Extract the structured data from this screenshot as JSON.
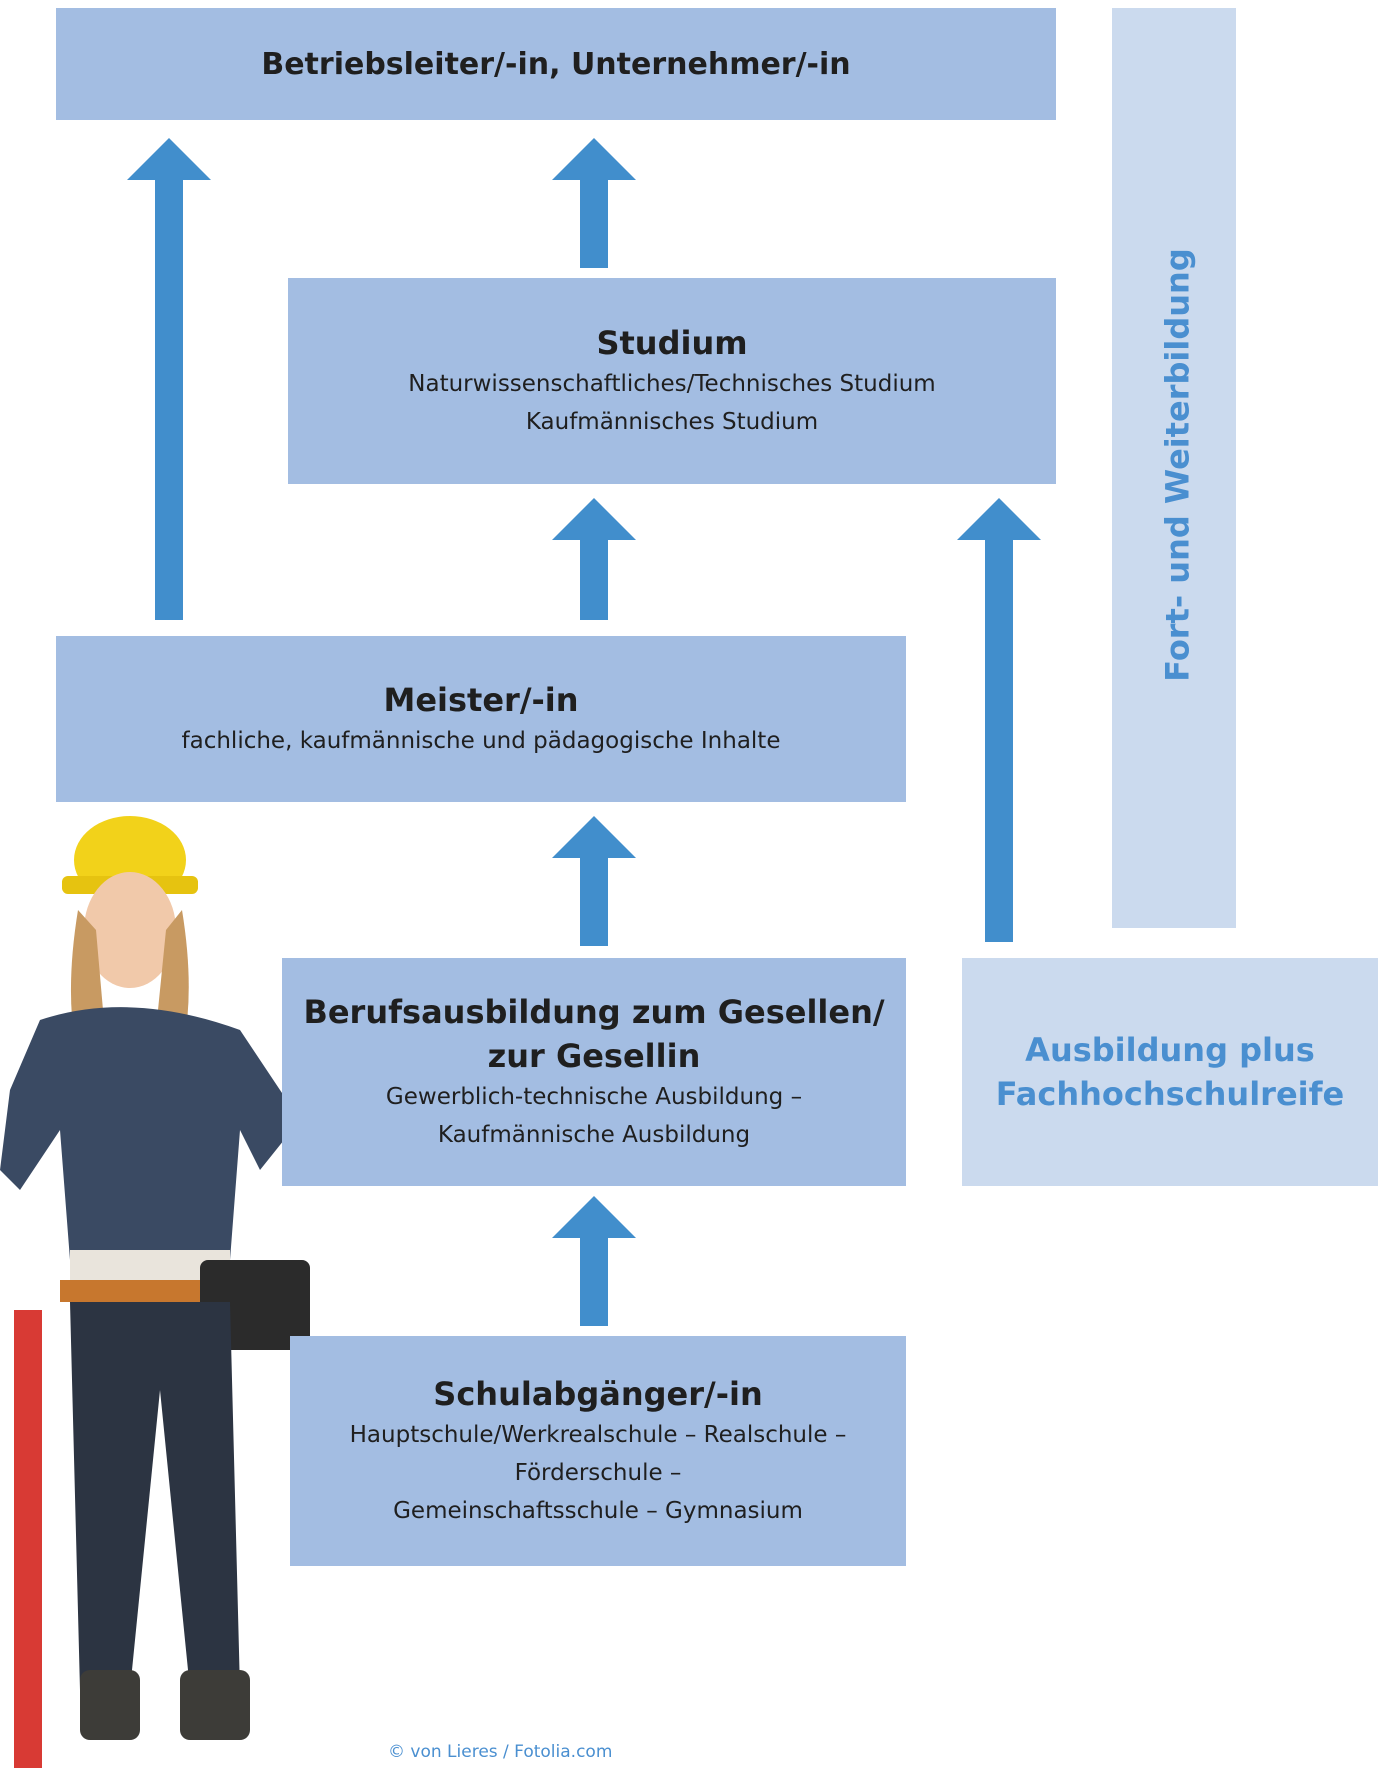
{
  "boxes": {
    "top": {
      "title": "Betriebsleiter/-in, Unternehmer/-in"
    },
    "studium": {
      "title": "Studium",
      "lines": [
        "Naturwissenschaftliches/Technisches Studium",
        "Kaufmännisches Studium"
      ]
    },
    "meister": {
      "title": "Meister/-in",
      "lines": [
        "fachliche, kaufmännische und pädagogische Inhalte"
      ]
    },
    "beruf": {
      "title_lines": [
        "Berufsausbildung zum Gesellen/",
        "zur Gesellin"
      ],
      "lines": [
        "Gewerblich-technische Ausbildung –",
        "Kaufmännische Ausbildung"
      ]
    },
    "schule": {
      "title": "Schulabgänger/-in",
      "lines": [
        "Hauptschule/Werkrealschule – Realschule –",
        "Förderschule –",
        "Gemeinschaftsschule – Gymnasium"
      ]
    },
    "plus": {
      "lines": [
        "Ausbildung plus",
        "Fachhochschulreife"
      ]
    }
  },
  "side_label": "Fort- und Weiterbildung",
  "credit": "© von Lieres / Fotolia.com",
  "colors": {
    "box": "#a3bde2",
    "light_box": "#cbdaee",
    "arrow": "#418ecc",
    "accent": "#4a8fd0"
  }
}
